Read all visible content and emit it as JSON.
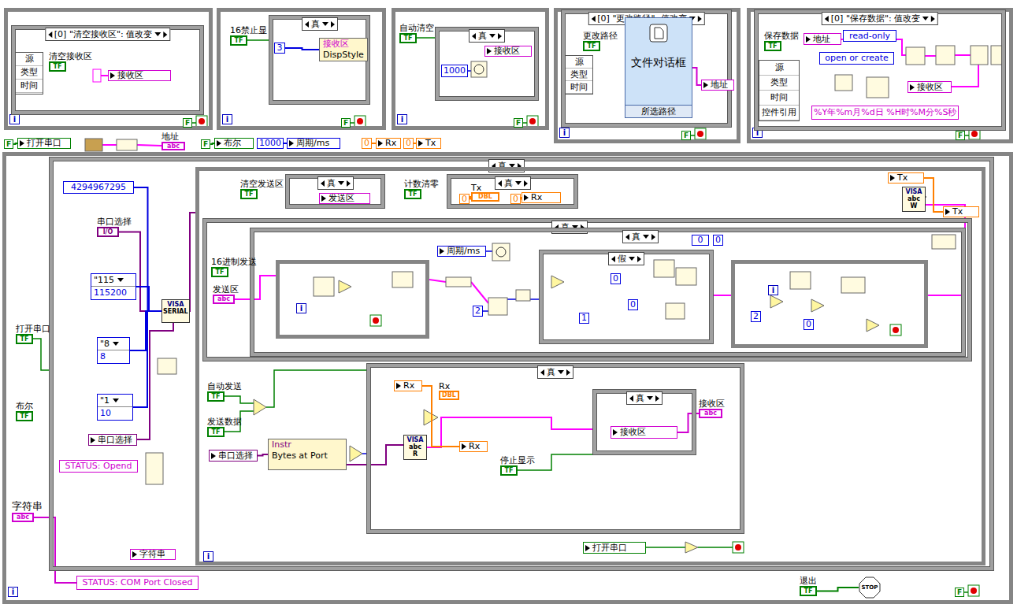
{
  "diagram": {
    "nodes": [
      {
        "text": [
          "i"
        ]
      },
      {
        "text": [
          "[0] \"清空接收区\": 值改变"
        ],
        "in": 0
      },
      {
        "text": [
          "源",
          "类型",
          "时间"
        ],
        "in": 1
      },
      {
        "text": [
          "清空接收区",
          "TF"
        ],
        "in": 1
      },
      {
        "text": [
          "接收区"
        ],
        "in": 1
      },
      {
        "text": [
          "F"
        ],
        "in": 0
      },
      {
        "text": [
          "i"
        ]
      },
      {
        "text": [
          "16禁止显",
          "TF"
        ],
        "in": 6
      },
      {
        "text": [
          "真"
        ],
        "in": 6
      },
      {
        "text": [
          "3"
        ],
        "in": 8
      },
      {
        "text": [
          "接收区",
          "DispStyle"
        ],
        "in": 8
      },
      {
        "text": [
          "F"
        ],
        "in": 6
      },
      {
        "text": [
          "i"
        ]
      },
      {
        "text": [
          "自动清空",
          "TF"
        ],
        "in": 12
      },
      {
        "text": [
          "真"
        ],
        "in": 12
      },
      {
        "text": [
          "1000"
        ],
        "in": 14
      },
      {
        "text": [
          "接收区"
        ],
        "in": 14
      },
      {
        "text": [
          "F"
        ],
        "in": 12
      },
      {
        "text": [
          "i"
        ]
      },
      {
        "text": [
          "[0] \"更改路径\": 值改变"
        ],
        "in": 18
      },
      {
        "text": [
          "更改路径",
          "TF"
        ],
        "in": 19
      },
      {
        "text": [
          "源",
          "类型",
          "时间"
        ],
        "in": 19
      },
      {
        "text": [
          "文件对话框",
          "所选路径"
        ],
        "in": 19
      },
      {
        "text": [
          "地址"
        ],
        "in": 19
      },
      {
        "text": [
          "F"
        ],
        "in": 18
      },
      {
        "text": [
          "i"
        ]
      },
      {
        "text": [
          "[0] \"保存数据\": 值改变"
        ],
        "in": 25
      },
      {
        "text": [
          "保存数据",
          "TF"
        ],
        "in": 26
      },
      {
        "text": [
          "源",
          "类型",
          "时间",
          "控件引用"
        ],
        "in": 26
      },
      {
        "text": [
          "地址"
        ],
        "in": 26
      },
      {
        "text": [
          "read-only"
        ],
        "in": 26
      },
      {
        "text": [
          "open or create"
        ],
        "in": 26
      },
      {
        "text": [
          "接收区"
        ],
        "in": 26
      },
      {
        "text": [
          "%Y年%m月%d日 %H时%M分%S秒"
        ],
        "in": 26
      },
      {
        "text": [
          "F"
        ],
        "in": 25
      },
      {
        "text": [
          "F"
        ]
      },
      {
        "text": [
          "打开串口"
        ]
      },
      {
        "text": [
          "地址",
          "abc"
        ]
      },
      {
        "text": [
          "F"
        ]
      },
      {
        "text": [
          "布尔"
        ]
      },
      {
        "text": [
          "1000"
        ]
      },
      {
        "text": [
          "周期/ms"
        ]
      },
      {
        "text": [
          "0"
        ]
      },
      {
        "text": [
          "Rx"
        ]
      },
      {
        "text": [
          "0"
        ]
      },
      {
        "text": [
          "Tx"
        ]
      },
      {
        "text": [
          "i"
        ]
      },
      {
        "text": [
          "真"
        ],
        "in": 46
      },
      {
        "text": [
          "4294967295"
        ],
        "in": 47
      },
      {
        "text": [
          "串口选择",
          "I/O"
        ],
        "in": 47
      },
      {
        "text": [
          "\"115",
          "115200"
        ],
        "in": 47
      },
      {
        "text": [
          "\"8",
          "8"
        ],
        "in": 47
      },
      {
        "text": [
          "\"1",
          "10"
        ],
        "in": 47
      },
      {
        "text": [
          "VISA",
          "SERIAL"
        ],
        "in": 47
      },
      {
        "text": [
          "串口选择"
        ],
        "in": 47
      },
      {
        "text": [
          "STATUS: Opend"
        ],
        "in": 47
      },
      {
        "text": [
          "字符串"
        ],
        "in": 47
      },
      {
        "text": [
          "打开串口",
          "TF"
        ],
        "in": 46
      },
      {
        "text": [
          "布尔",
          "TF"
        ],
        "in": 46
      },
      {
        "text": [
          "字符串",
          "abc"
        ],
        "in": 46
      },
      {
        "text": [
          "STATUS: COM Port Closed"
        ],
        "in": 46
      },
      {
        "text": [
          "退出",
          "TF"
        ],
        "in": 46
      },
      {
        "text": [
          "STOP"
        ],
        "in": 46
      },
      {
        "text": [
          "F"
        ],
        "in": 46
      },
      {
        "text": [
          "i"
        ],
        "in": 47
      },
      {
        "text": [
          "清空发送区",
          "TF"
        ],
        "in": 64
      },
      {
        "text": [
          "真"
        ],
        "in": 64
      },
      {
        "text": [
          "发送区"
        ],
        "in": 66
      },
      {
        "text": [
          "计数清零",
          "TF"
        ],
        "in": 64
      },
      {
        "text": [
          "真"
        ],
        "in": 64
      },
      {
        "text": [
          "0"
        ],
        "in": 69
      },
      {
        "text": [
          "Tx",
          "DBL"
        ],
        "in": 69
      },
      {
        "text": [
          "0"
        ],
        "in": 69
      },
      {
        "text": [
          "Rx"
        ],
        "in": 69
      },
      {
        "text": [
          "真"
        ],
        "in": 64
      },
      {
        "text": [
          "真"
        ],
        "in": 74
      },
      {
        "text": [
          "16进制发送",
          "TF"
        ],
        "in": 74
      },
      {
        "text": [
          "发送区",
          "abc"
        ],
        "in": 74
      },
      {
        "text": [
          "i"
        ],
        "in": 75
      },
      {
        "text": [
          "周期/ms"
        ],
        "in": 75
      },
      {
        "text": [
          "2"
        ],
        "in": 75
      },
      {
        "text": [
          "假"
        ],
        "in": 75
      },
      {
        "text": [
          "0"
        ],
        "in": 81
      },
      {
        "text": [
          "1"
        ],
        "in": 81
      },
      {
        "text": [
          "0"
        ],
        "in": 81
      },
      {
        "text": [
          "i"
        ],
        "in": 75
      },
      {
        "text": [
          "2"
        ],
        "in": 85
      },
      {
        "text": [
          "0"
        ],
        "in": 85
      },
      {
        "text": [
          "0"
        ],
        "in": 75
      },
      {
        "text": [
          "0"
        ],
        "in": 75
      },
      {
        "text": [
          "VISA",
          "abc",
          "W"
        ],
        "in": 64
      },
      {
        "text": [
          "Tx"
        ],
        "in": 64
      },
      {
        "text": [
          "Tx"
        ],
        "in": 64
      },
      {
        "text": [
          "真"
        ],
        "in": 64
      },
      {
        "text": [
          "自动发送",
          "TF"
        ],
        "in": 64
      },
      {
        "text": [
          "发送数据",
          "TF"
        ],
        "in": 64
      },
      {
        "text": [
          "串口选择"
        ],
        "in": 64
      },
      {
        "text": [
          "Instr",
          "Bytes at Port"
        ],
        "in": 64
      },
      {
        "text": [
          "Rx"
        ],
        "in": 93
      },
      {
        "text": [
          "Rx",
          "DBL"
        ],
        "in": 93
      },
      {
        "text": [
          "VISA",
          "abc",
          "R"
        ],
        "in": 93
      },
      {
        "text": [
          "Rx"
        ],
        "in": 93
      },
      {
        "text": [
          "真"
        ],
        "in": 93
      },
      {
        "text": [
          "接收区"
        ],
        "in": 102
      },
      {
        "text": [
          "接收区",
          "abc"
        ],
        "in": 93
      },
      {
        "text": [
          "停止显示",
          "TF"
        ],
        "in": 93
      },
      {
        "text": [
          "打开串口"
        ],
        "in": 64
      }
    ],
    "edges": [
      {
        "from": 9,
        "to": 10,
        "arrow": "none"
      },
      {
        "from": 22,
        "to": 23,
        "arrow": "none"
      },
      {
        "from": 35,
        "to": 36,
        "arrow": "none"
      },
      {
        "from": 38,
        "to": 39,
        "arrow": "none"
      },
      {
        "from": 40,
        "to": 41,
        "arrow": "none"
      },
      {
        "from": 42,
        "to": 43,
        "arrow": "none"
      },
      {
        "from": 44,
        "to": 45,
        "arrow": "none"
      },
      {
        "from": 48,
        "to": 53,
        "arrow": "none"
      },
      {
        "from": 49,
        "to": 53,
        "arrow": "none"
      },
      {
        "from": 50,
        "to": 53,
        "arrow": "none"
      },
      {
        "from": 51,
        "to": 53,
        "arrow": "none"
      },
      {
        "from": 52,
        "to": 53,
        "arrow": "none"
      },
      {
        "from": 70,
        "to": 71,
        "arrow": "none"
      },
      {
        "from": 72,
        "to": 73,
        "arrow": "none"
      },
      {
        "from": 96,
        "to": 97,
        "arrow": "none"
      },
      {
        "from": 98,
        "to": 101,
        "arrow": "none"
      },
      {
        "from": 103,
        "to": 104,
        "arrow": "none"
      },
      {
        "from": 61,
        "to": 62,
        "arrow": "none"
      },
      {
        "from": 60,
        "to": 59,
        "arrow": "none"
      },
      {
        "from": 91,
        "to": 92,
        "arrow": "none"
      }
    ]
  }
}
